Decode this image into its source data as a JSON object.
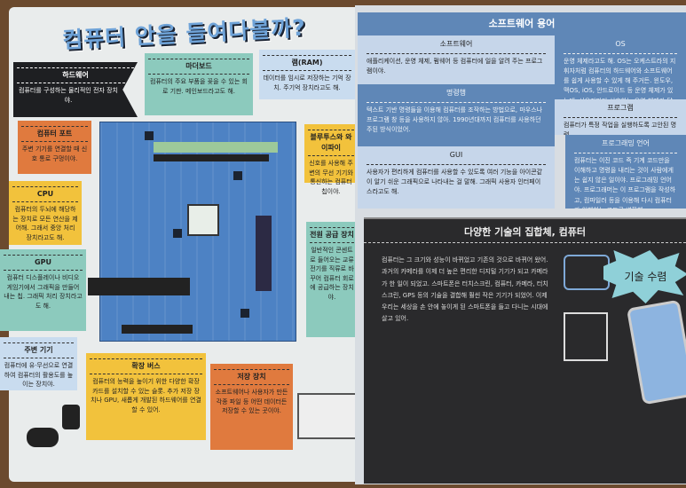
{
  "left_page": {
    "title": "컴퓨터 안을 들여다볼까?",
    "hardware": {
      "title": "하드웨어",
      "text": "컴퓨터를 구성하는 물리적인 전자 장치야."
    },
    "mainboard": {
      "title": "마더보드",
      "text": "컴퓨터의 주요 부품을 꽂을 수 있는 회로 기판. 메인보드라고도 해."
    },
    "ram": {
      "title": "램(RAM)",
      "text": "데이터를 임시로 저장하는 기억 장치. 주기억 장치라고도 해."
    },
    "port": {
      "title": "컴퓨터 포트",
      "text": "주변 기기를 연결할 때 신호 통로 구멍이야."
    },
    "cpu": {
      "title": "CPU",
      "text": "컴퓨터의 두뇌에 해당하는 장치로 모든 연산을 제어해. 그래서 중앙 처리 장치라고도 해."
    },
    "gpu": {
      "title": "GPU",
      "text": "컴퓨터 디스플레이나 비디오 게임기에서 그래픽을 만들어 내는 칩. 그래픽 처리 장치라고도 해."
    },
    "peripheral": {
      "title": "주변 기기",
      "text": "컴퓨터에 유·무선으로 연결하여 컴퓨터의 활용도를 높이는 장치야."
    },
    "bus": {
      "title": "확장 버스",
      "text": "컴퓨터의 능력을 높이기 위한 다양한 확장 카드를 설치할 수 있는 슬롯. 추가 저장 장치나 GPU, 새롭게 개발된 하드웨어를 연결할 수 있어."
    },
    "storage": {
      "title": "저장 장치",
      "text": "소프트웨어나 사용자가 만든 각종 파일 등 어떤 데이터든 저장할 수 있는 곳이야."
    },
    "bluetooth": {
      "title": "블루투스와 와이파이",
      "text": "신호를 사용해 주변의 무선 기기와 통신하는 컴퓨터 칩이야."
    },
    "psu": {
      "title": "전원 공급 장치",
      "text": "일반적인 콘센트로 들어오는 교류 전기를 직류로 바꾸어 컴퓨터 회로에 공급하는 장치야."
    }
  },
  "right_page": {
    "header": "소프트웨어 용어",
    "terms": [
      {
        "title": "소프트웨어",
        "text": "애플리케이션, 운영 체제, 펌웨어 등 컴퓨터에 일을 알려 주는 프로그램이야."
      },
      {
        "title": "명령행",
        "text": "텍스트 기반 명령들을 이용해 컴퓨터를 조작하는 방법으로, 마우스나 프로그램 창 등을 사용하지 않아. 1990년대까지 컴퓨터를 사용하던 주된 방식이었어."
      },
      {
        "title": "GUI",
        "text": "사용자가 편리하게 컴퓨터를 사용할 수 있도록 여러 기능을 아이콘같이 알기 쉬운 그래픽으로 나타내는 걸 말해. 그래픽 사용자 인터페이스라고도 해."
      },
      {
        "title": "OS",
        "text": "운영 체제라고도 해. OS는 오케스트라의 지휘자처럼 컴퓨터의 하드웨어와 소프트웨어를 쉽게 사용할 수 있게 해 주거든. 윈도우, 맥OS, iOS, 안드로이드 등 운영 체제가 있는데, 사용자마다 선호하는 운영 체제가 달라."
      },
      {
        "title": "프로그램",
        "text": "컴퓨터가 특정 작업을 실행하도록 고안된 명령"
      },
      {
        "title": "프로그래밍 언어",
        "text": "컴퓨터는 이진 코드 즉 기계 코드만을 이해하고 명령을 내리는 것이 사람에게는 쉽지 않은 일이야. 프로그래밍 언어야. 프로그래머는 이 프로그램을 작성하고, 컴파일러 등을 이용해 다시 컴퓨터가 이해하는 코드로 변환해."
      }
    ],
    "chalk": {
      "title": "다양한 기술의 집합체, 컴퓨터",
      "text": "컴퓨터는 그 크기와 성능이 바뀌었고 기존의 것으로 바뀌어 왔어. 과거의 카메라를 이제 더 높은 편리한 디지털 기기가 되고 카메라가 한 일이 되었고. 스마트폰은 터치스크린, 컴퓨터, 카메라, 터치스크린, GPS 등의 기술을 결합해 훨씬 작은 기기가 되었어. 이제 우리는 세상을 손 안에 놓이게 된 스마트폰을 들고 다니는 시대에 살고 있어.",
      "burst": "기술 수렴"
    }
  }
}
